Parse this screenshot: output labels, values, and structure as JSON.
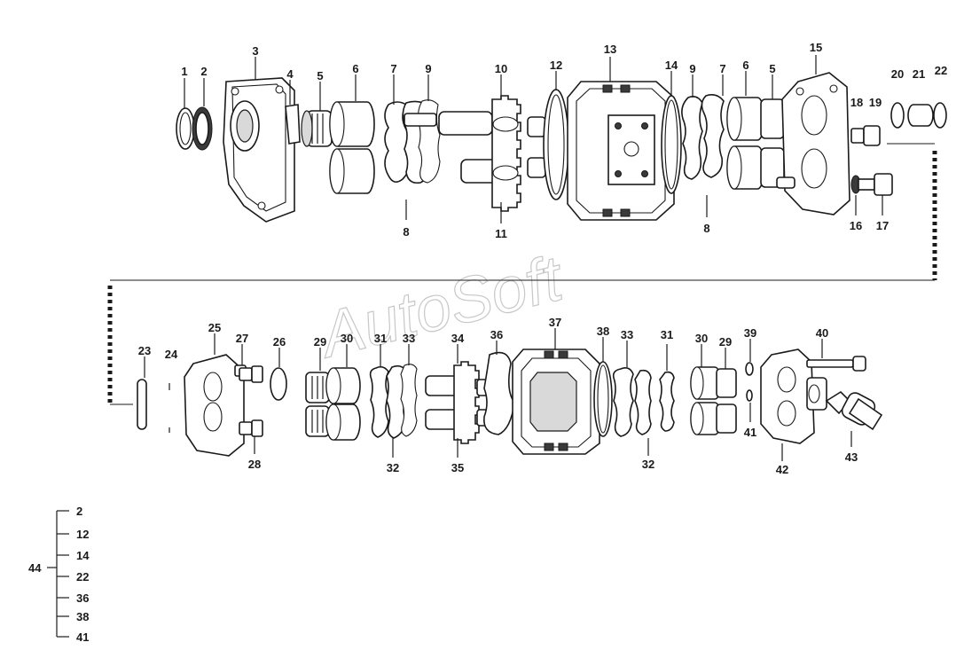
{
  "watermark": "AutoSoft",
  "callouts_top": [
    {
      "id": "c1",
      "label": "1"
    },
    {
      "id": "c2",
      "label": "2"
    },
    {
      "id": "c3",
      "label": "3"
    },
    {
      "id": "c4",
      "label": "4"
    },
    {
      "id": "c5",
      "label": "5"
    },
    {
      "id": "c6",
      "label": "6"
    },
    {
      "id": "c7",
      "label": "7"
    },
    {
      "id": "c9",
      "label": "9"
    },
    {
      "id": "c10",
      "label": "10"
    },
    {
      "id": "c12",
      "label": "12"
    },
    {
      "id": "c13",
      "label": "13"
    },
    {
      "id": "c14",
      "label": "14"
    },
    {
      "id": "c9b",
      "label": "9"
    },
    {
      "id": "c7b",
      "label": "7"
    },
    {
      "id": "c6b",
      "label": "6"
    },
    {
      "id": "c5b",
      "label": "5"
    },
    {
      "id": "c15",
      "label": "15"
    },
    {
      "id": "c18",
      "label": "18"
    },
    {
      "id": "c19",
      "label": "19"
    },
    {
      "id": "c20",
      "label": "20"
    },
    {
      "id": "c21",
      "label": "21"
    },
    {
      "id": "c22",
      "label": "22"
    },
    {
      "id": "c8",
      "label": "8"
    },
    {
      "id": "c11",
      "label": "11"
    },
    {
      "id": "c8b",
      "label": "8"
    },
    {
      "id": "c16",
      "label": "16"
    },
    {
      "id": "c17",
      "label": "17"
    }
  ],
  "callouts_bottom": [
    {
      "id": "c23",
      "label": "23"
    },
    {
      "id": "c24",
      "label": "24"
    },
    {
      "id": "c25",
      "label": "25"
    },
    {
      "id": "c27",
      "label": "27"
    },
    {
      "id": "c26",
      "label": "26"
    },
    {
      "id": "c29",
      "label": "29"
    },
    {
      "id": "c30",
      "label": "30"
    },
    {
      "id": "c31",
      "label": "31"
    },
    {
      "id": "c33",
      "label": "33"
    },
    {
      "id": "c34",
      "label": "34"
    },
    {
      "id": "c36",
      "label": "36"
    },
    {
      "id": "c37",
      "label": "37"
    },
    {
      "id": "c38",
      "label": "38"
    },
    {
      "id": "c33b",
      "label": "33"
    },
    {
      "id": "c31b",
      "label": "31"
    },
    {
      "id": "c30b",
      "label": "30"
    },
    {
      "id": "c29b",
      "label": "29"
    },
    {
      "id": "c39",
      "label": "39"
    },
    {
      "id": "c40",
      "label": "40"
    },
    {
      "id": "c41",
      "label": "41"
    },
    {
      "id": "c28",
      "label": "28"
    },
    {
      "id": "c32",
      "label": "32"
    },
    {
      "id": "c35",
      "label": "35"
    },
    {
      "id": "c32b",
      "label": "32"
    },
    {
      "id": "c42",
      "label": "42"
    },
    {
      "id": "c43",
      "label": "43"
    }
  ],
  "kit": {
    "label": "44",
    "items": [
      "2",
      "12",
      "14",
      "22",
      "36",
      "38",
      "41"
    ]
  }
}
